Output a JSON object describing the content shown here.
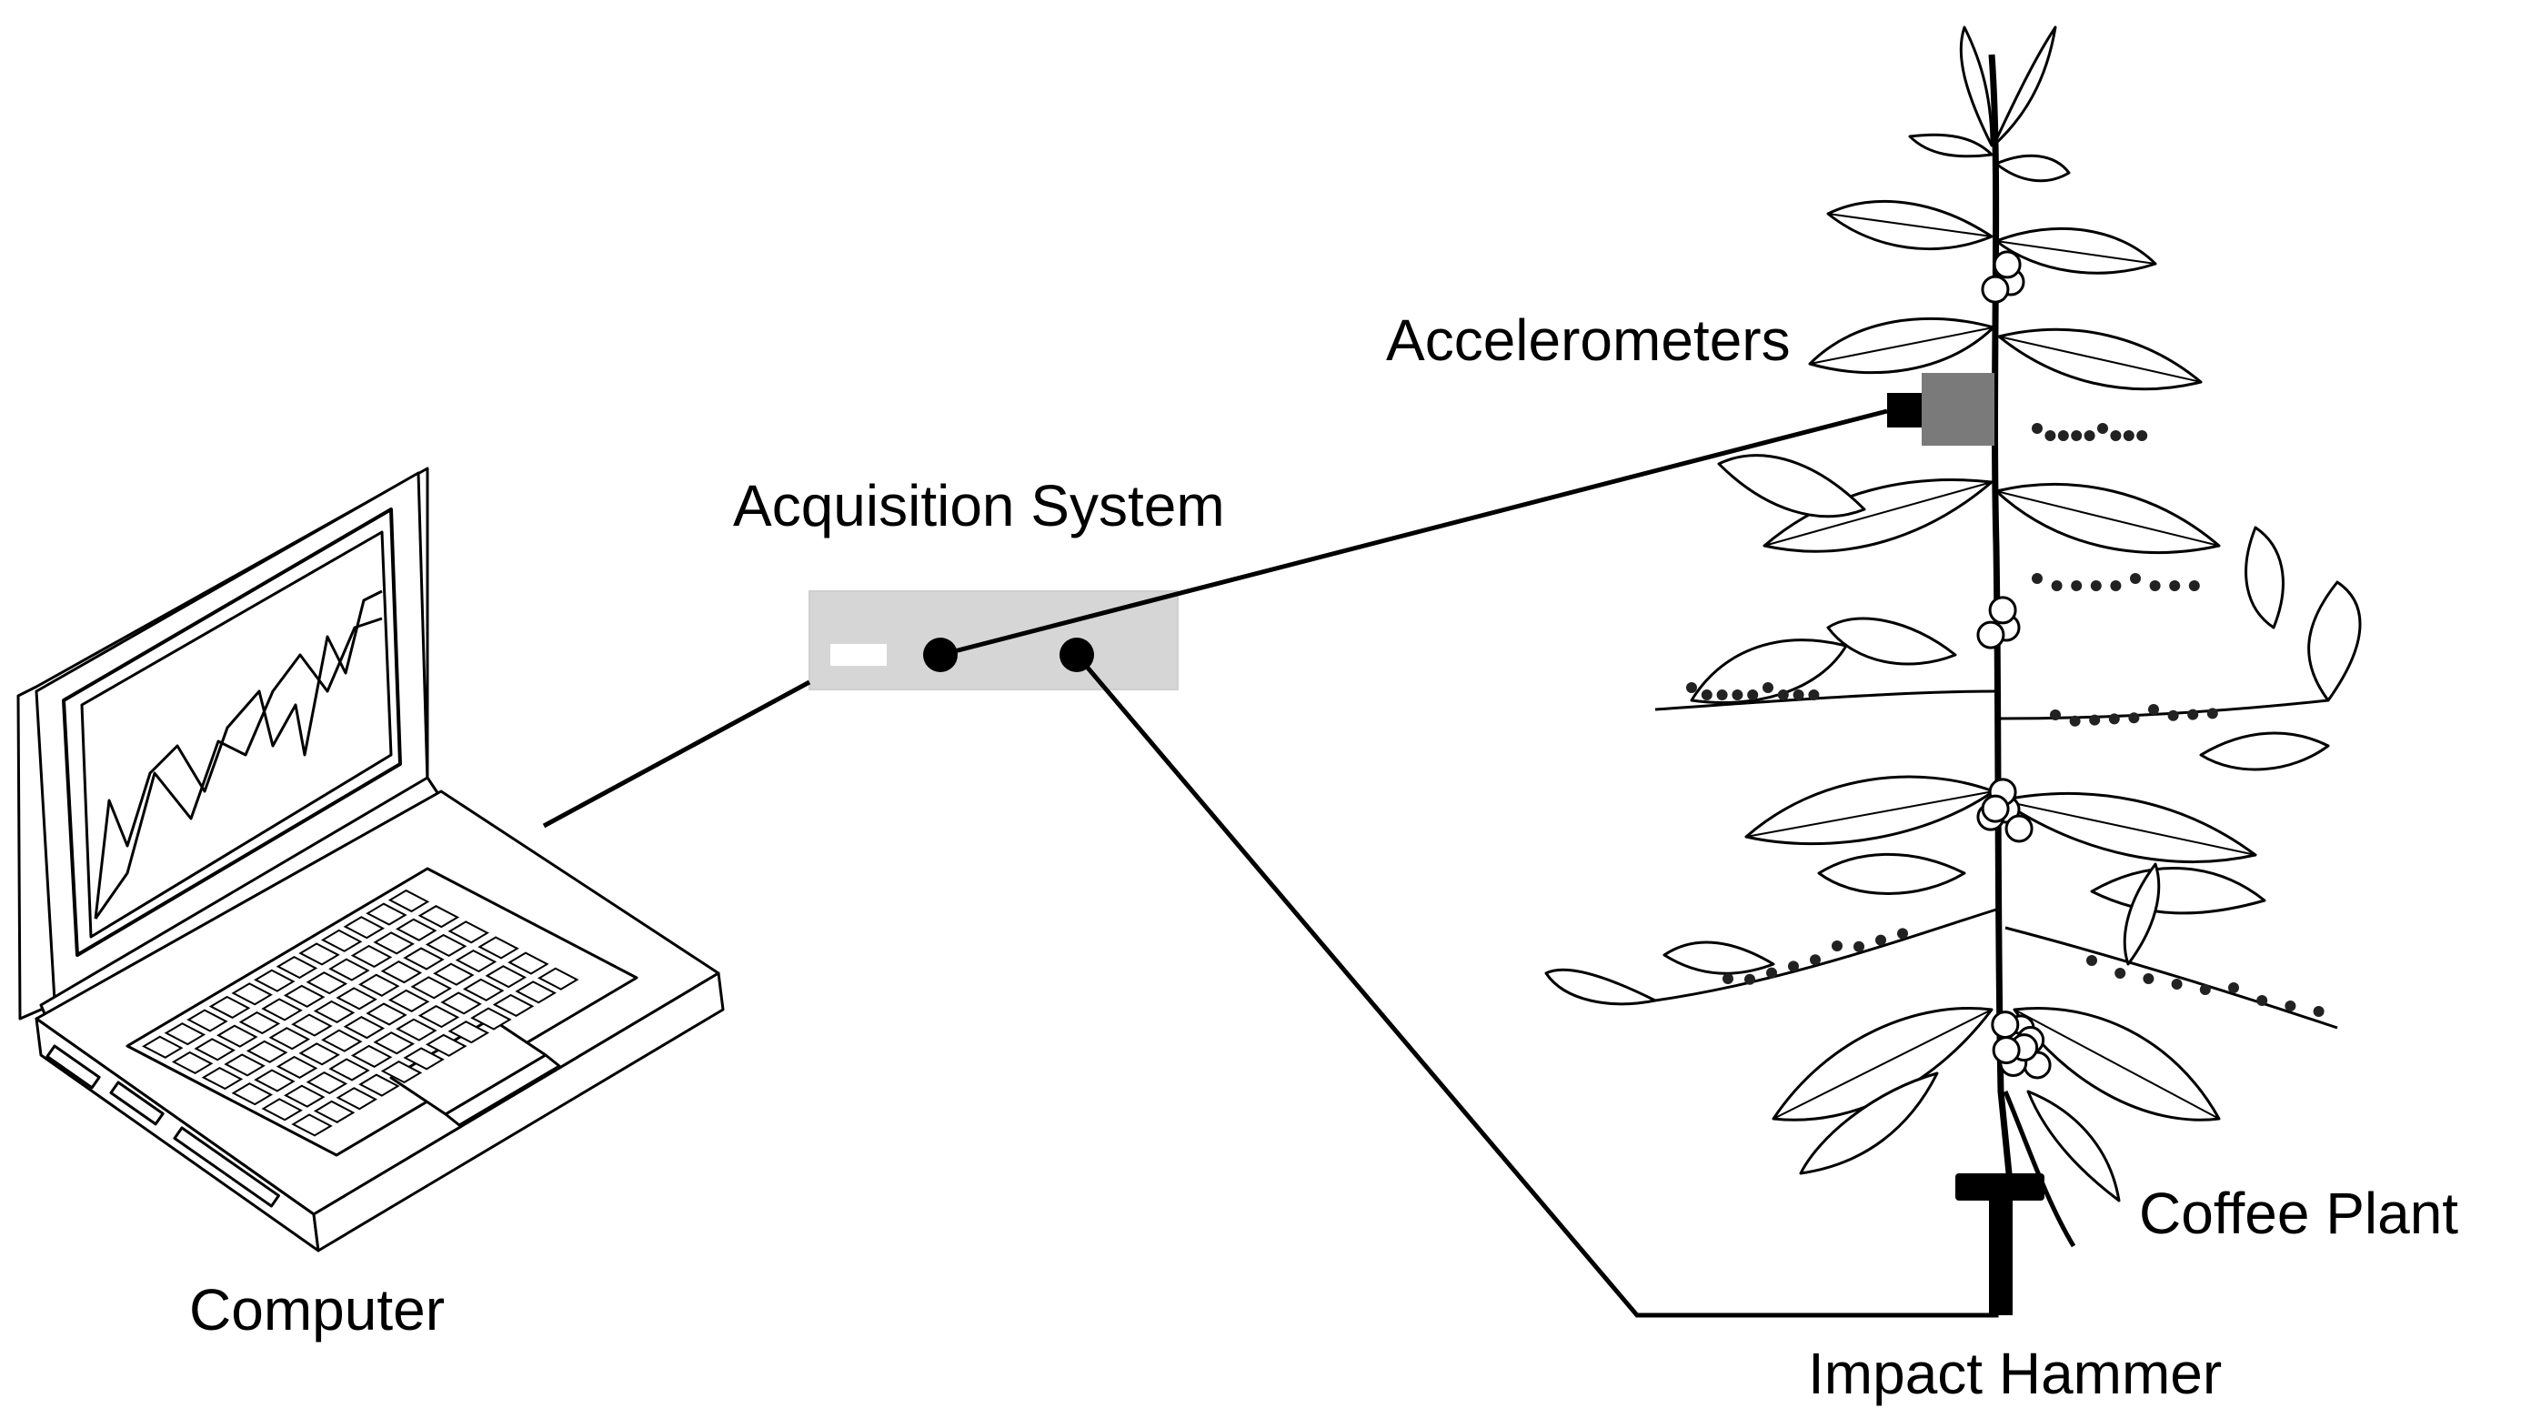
{
  "labels": {
    "computer": "Computer",
    "acquisition_system": "Acquisition System",
    "accelerometers": "Accelerometers",
    "coffee_plant": "Coffee Plant",
    "impact_hammer": "Impact Hammer"
  },
  "colors": {
    "line": "#000000",
    "acquisition_box": "#d6d6d6",
    "accelerometer_body": "#7a7a7a",
    "foliage": "#ffffff",
    "background": "#ffffff"
  },
  "icons": [
    "laptop-icon",
    "coffee-plant-illustration",
    "accelerometer-icon",
    "impact-hammer-icon"
  ]
}
